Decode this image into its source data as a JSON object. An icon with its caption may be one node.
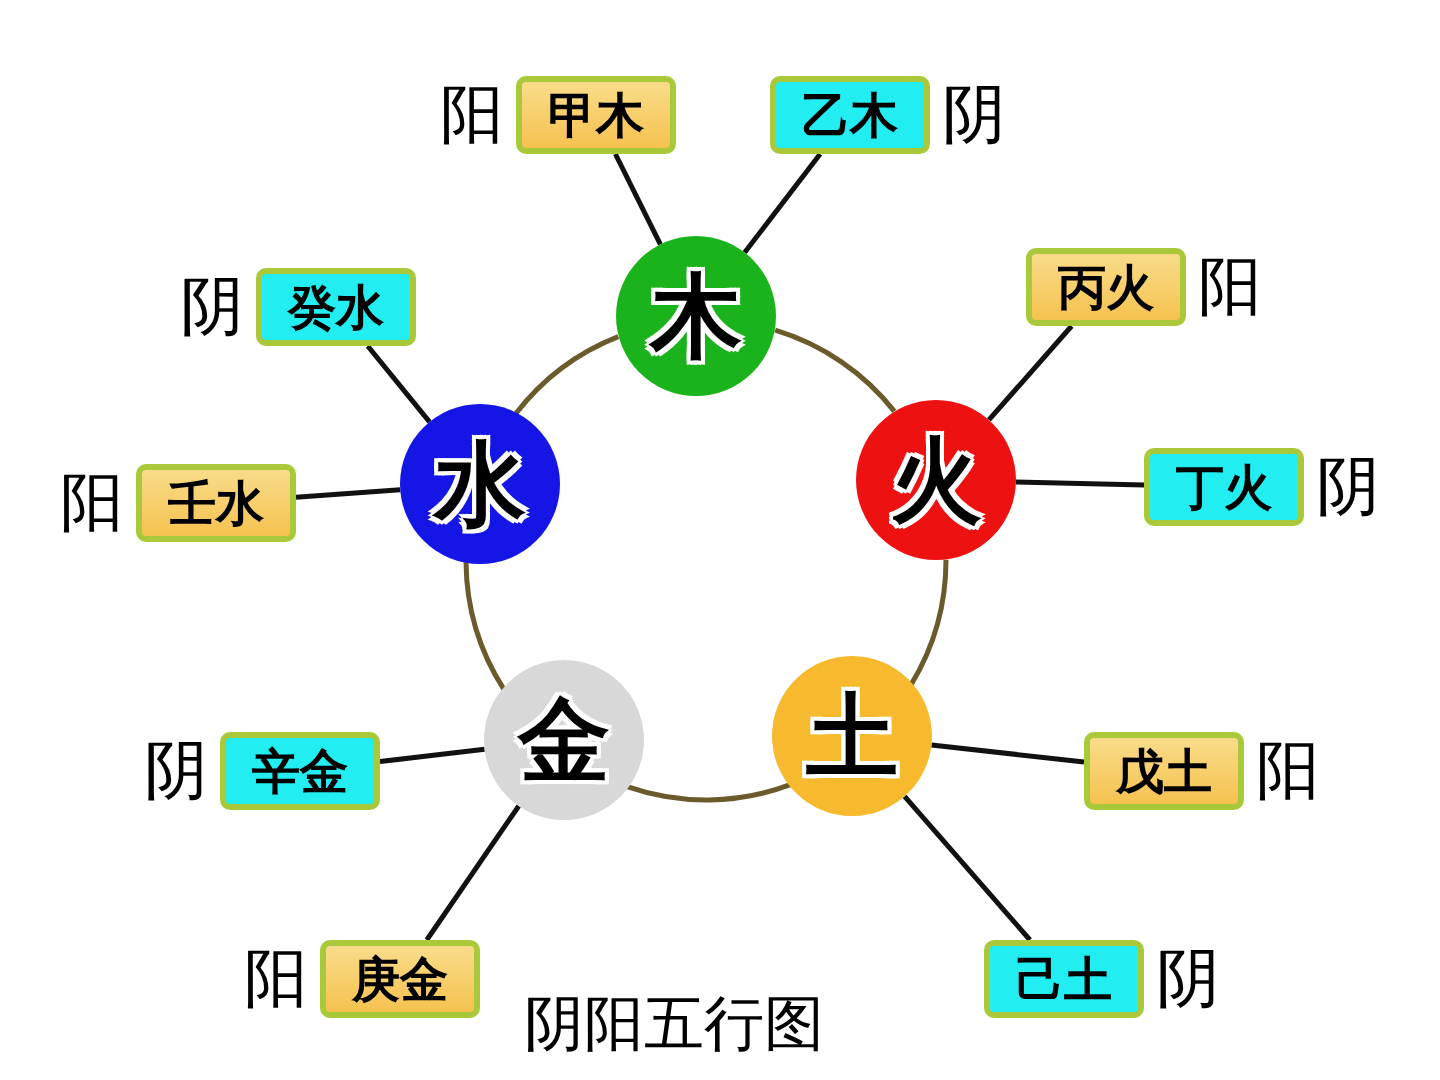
{
  "diagram": {
    "title": "阴阳五行图",
    "nodes": [
      {
        "text": [
          "木"
        ]
      },
      {
        "text": [
          "火"
        ]
      },
      {
        "text": [
          "土"
        ]
      },
      {
        "text": [
          "金"
        ]
      },
      {
        "text": [
          "水"
        ]
      },
      {
        "text": [
          "甲木"
        ],
        "beside": [
          "阳"
        ]
      },
      {
        "text": [
          "乙木"
        ],
        "beside": [
          "阴"
        ]
      },
      {
        "text": [
          "丙火"
        ],
        "beside": [
          "阳"
        ]
      },
      {
        "text": [
          "丁火"
        ],
        "beside": [
          "阴"
        ]
      },
      {
        "text": [
          "戊土"
        ],
        "beside": [
          "阳"
        ]
      },
      {
        "text": [
          "己土"
        ],
        "beside": [
          "阴"
        ]
      },
      {
        "text": [
          "庚金"
        ],
        "beside": [
          "阳"
        ]
      },
      {
        "text": [
          "辛金"
        ],
        "beside": [
          "阴"
        ]
      },
      {
        "text": [
          "壬水"
        ],
        "beside": [
          "阳"
        ]
      },
      {
        "text": [
          "癸水"
        ],
        "beside": [
          "阴"
        ]
      }
    ],
    "edges": [
      {
        "from": 0,
        "to": 1,
        "arrow": "none"
      },
      {
        "from": 1,
        "to": 2,
        "arrow": "none"
      },
      {
        "from": 2,
        "to": 3,
        "arrow": "none"
      },
      {
        "from": 3,
        "to": 4,
        "arrow": "none"
      },
      {
        "from": 4,
        "to": 0,
        "arrow": "none"
      },
      {
        "from": 0,
        "to": 5,
        "arrow": "none"
      },
      {
        "from": 0,
        "to": 6,
        "arrow": "none"
      },
      {
        "from": 1,
        "to": 7,
        "arrow": "none"
      },
      {
        "from": 1,
        "to": 8,
        "arrow": "none"
      },
      {
        "from": 2,
        "to": 9,
        "arrow": "none"
      },
      {
        "from": 2,
        "to": 10,
        "arrow": "none"
      },
      {
        "from": 3,
        "to": 11,
        "arrow": "none"
      },
      {
        "from": 3,
        "to": 12,
        "arrow": "none"
      },
      {
        "from": 4,
        "to": 13,
        "arrow": "none"
      },
      {
        "from": 4,
        "to": 14,
        "arrow": "none"
      }
    ]
  }
}
